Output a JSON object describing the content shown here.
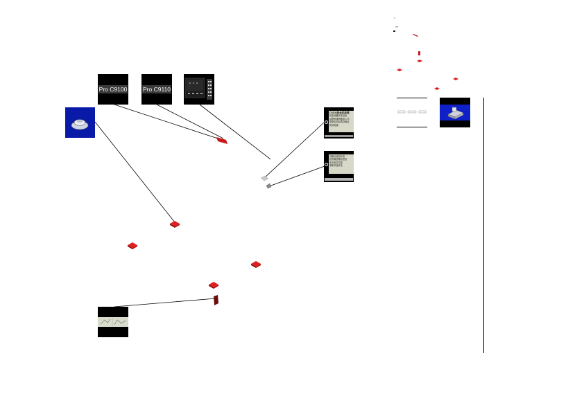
{
  "panels": {
    "model_a_label": "Pro C9100",
    "model_b_label": "Pro C9110"
  },
  "messages": {
    "message_1": {
      "title": "C9100复合机故障",
      "lines": [
        "检查设备状态信息",
        "请联系维修服务人员",
        "重新启动后再次确认",
        "关闭电源"
      ]
    },
    "message_2": {
      "lines": [
        "请确认纸张状态",
        "检查输送路径是否",
        "有卡纸并清除",
        "重新开始作业"
      ]
    }
  },
  "colors": {
    "marker_red": "#d81818",
    "panel_blue": "#0a1aa8",
    "panel_black": "#000000"
  },
  "icons": {
    "tray_button": "round-button-icon",
    "scanner": "scanner-icon"
  }
}
